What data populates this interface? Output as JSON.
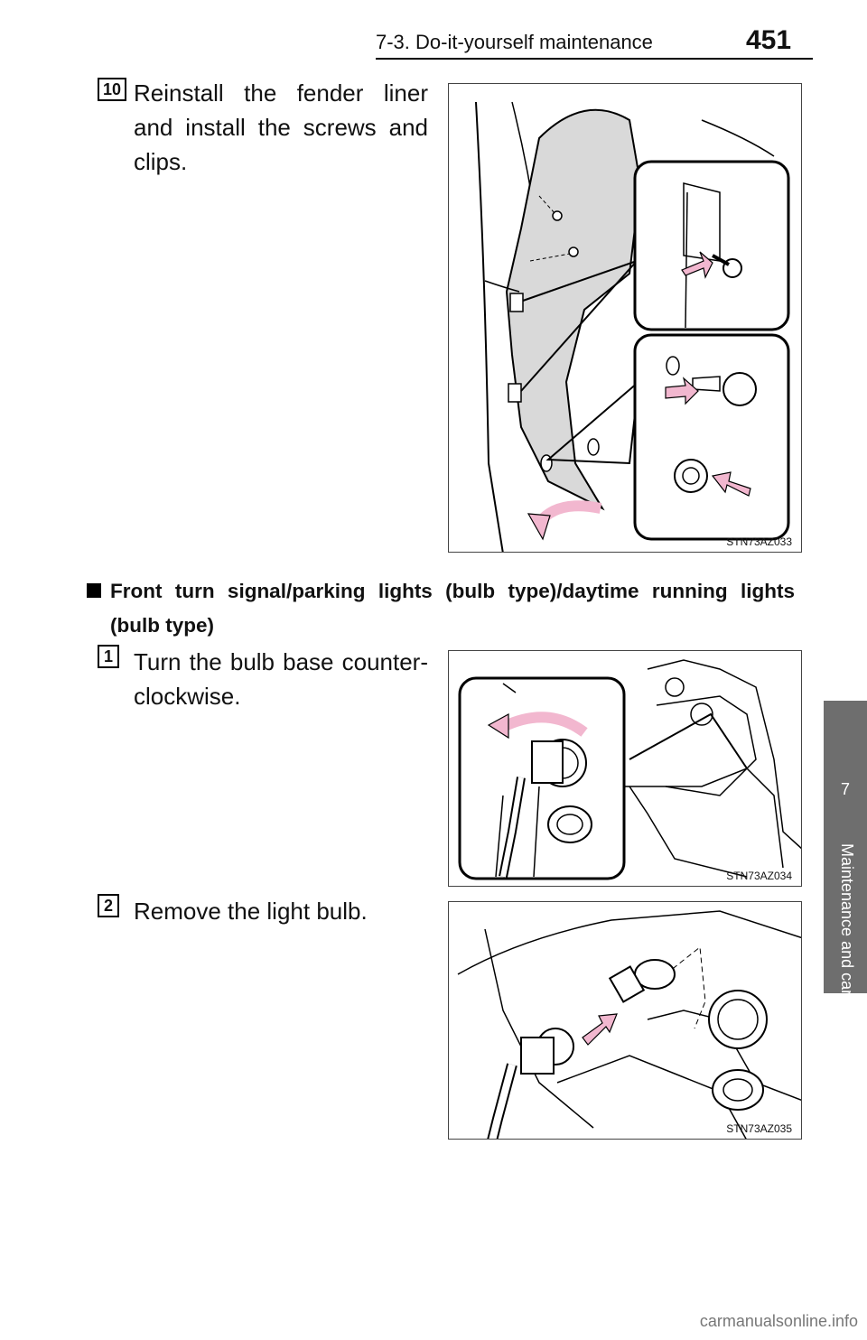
{
  "header": {
    "section": "7-3. Do-it-yourself maintenance",
    "page_number": "451"
  },
  "sidebar": {
    "chapter_number": "7",
    "chapter_name": "Maintenance and care"
  },
  "steps_top": [
    {
      "number": "10",
      "text": "Reinstall the fender liner and install the screws and clips.",
      "figure_code": "STN73AZ033"
    }
  ],
  "section_heading": "Front turn signal/parking lights (bulb type)/daytime running lights (bulb type)",
  "steps_bottom": [
    {
      "number": "1",
      "text": "Turn the bulb base counter-clockwise.",
      "figure_code": "STN73AZ034"
    },
    {
      "number": "2",
      "text": "Remove the light bulb.",
      "figure_code": "STN73AZ035"
    }
  ],
  "colors": {
    "arrow": "#f2b7cf",
    "liner": "#d9d9d9",
    "sidebar": "#6e6e6e"
  },
  "watermark": "carmanualsonline.info"
}
